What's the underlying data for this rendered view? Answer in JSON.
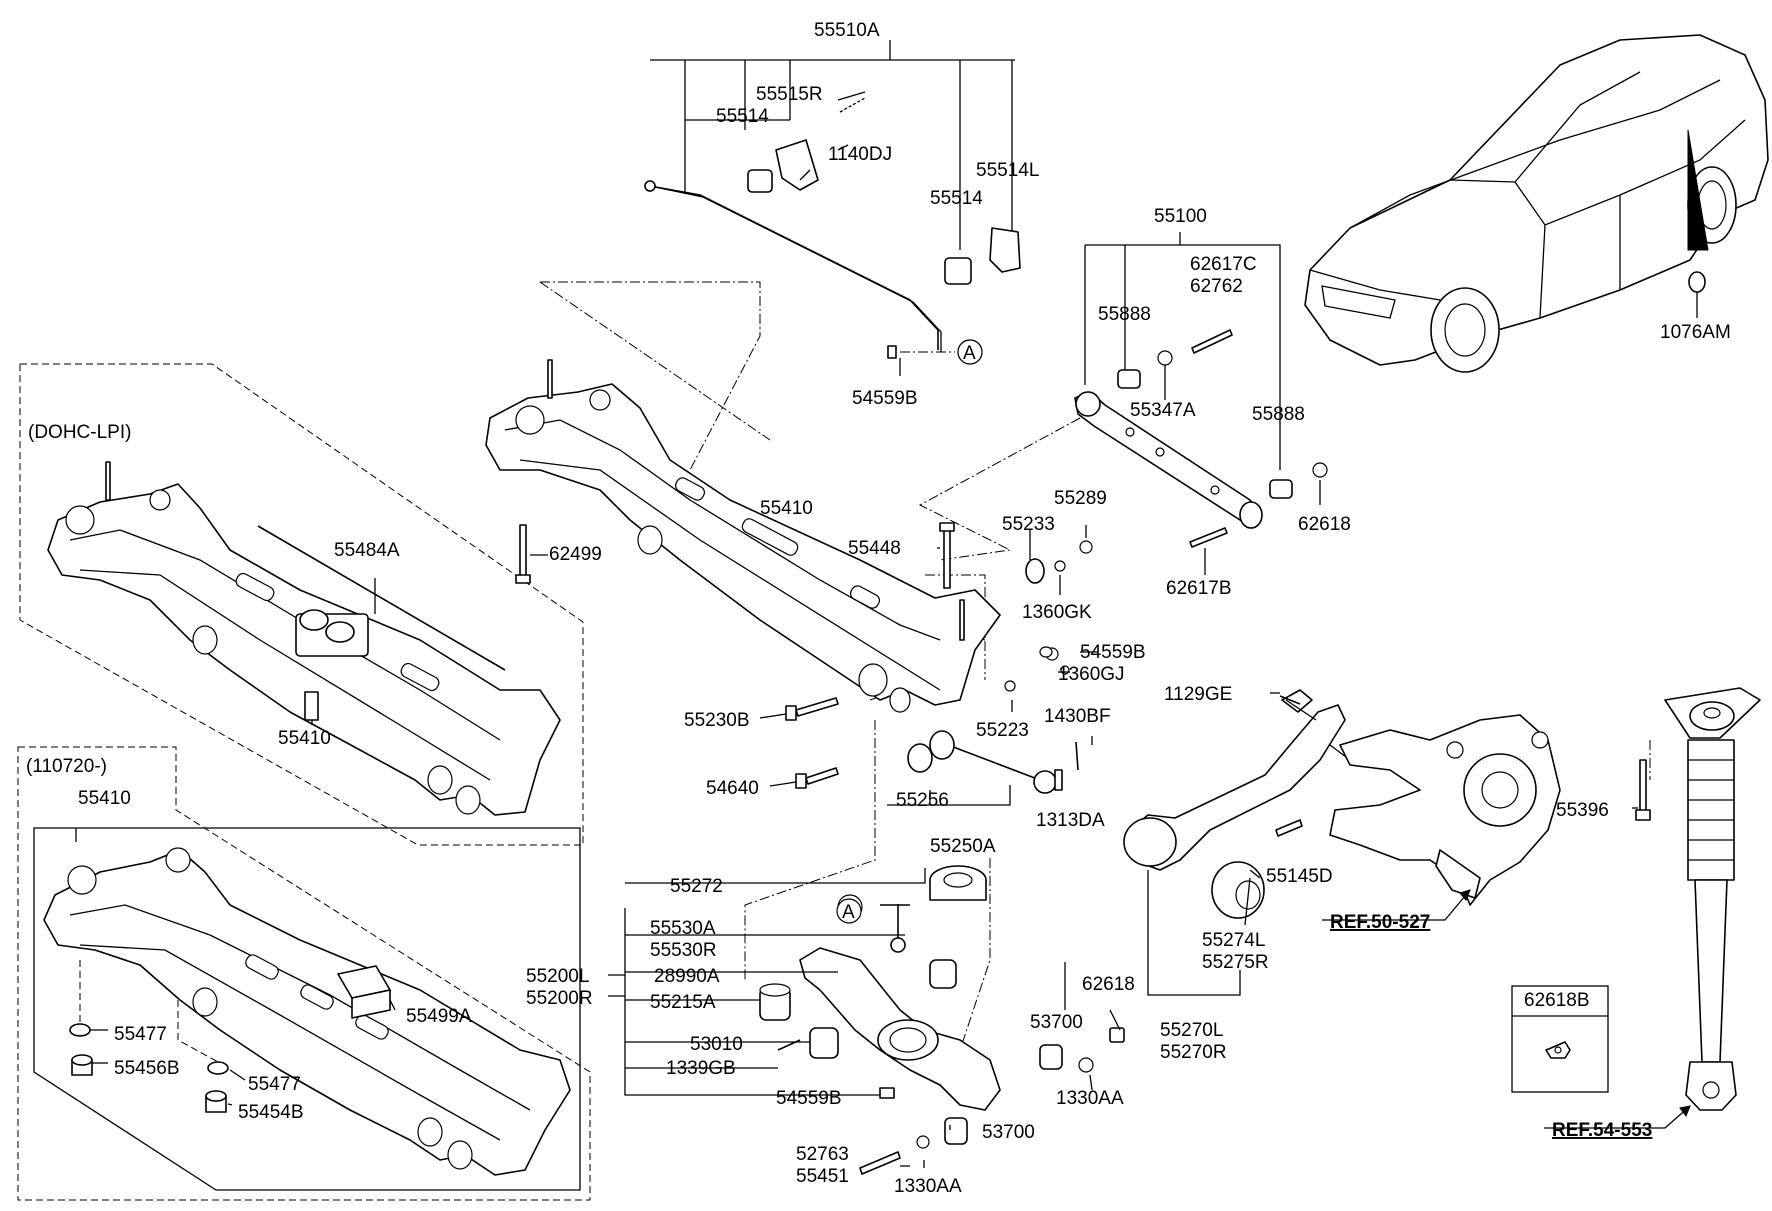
{
  "diagram": {
    "labels": {
      "p55510A": "55510A",
      "p55515R": "55515R",
      "p55514a": "55514",
      "p1140DJ": "1140DJ",
      "p55514L": "55514L",
      "p55514b": "55514",
      "p54559B_top": "54559B",
      "p55100": "55100",
      "p62617C": "62617C",
      "p62762": "62762",
      "p55888a": "55888",
      "p55347A": "55347A",
      "p55888b": "55888",
      "p62618a": "62618",
      "p62617B": "62617B",
      "p1076AM": "1076AM",
      "pDOHC": "(DOHC-LPI)",
      "p55484A": "55484A",
      "p55410a": "55410",
      "p62499": "62499",
      "p55410b": "55410",
      "p55448": "55448",
      "p55233": "55233",
      "p55289": "55289",
      "p1360GK": "1360GK",
      "p54559B_mid": "54559B",
      "p1360GJ": "1360GJ",
      "p55223": "55223",
      "p1430BF": "1430BF",
      "p1129GE": "1129GE",
      "p55230B": "55230B",
      "p54640": "54640",
      "p55256": "55256",
      "p1313DA": "1313DA",
      "p55250A": "55250A",
      "p55396": "55396",
      "p110720": "(110720-)",
      "p55410c": "55410",
      "p55145D": "55145D",
      "p55272": "55272",
      "p55530A": "55530A",
      "p55530R": "55530R",
      "p55200L": "55200L",
      "p55200R": "55200R",
      "p28990A": "28990A",
      "p55215A": "55215A",
      "p53010": "53010",
      "p1339GB": "1339GB",
      "p54559B_bot": "54559B",
      "p53700a": "53700",
      "p62618b": "62618",
      "p1330AAa": "1330AA",
      "p53700b": "53700",
      "p52763": "52763",
      "p55451": "55451",
      "p1330AAb": "1330AA",
      "p55274L": "55274L",
      "p55275R": "55275R",
      "p55270L": "55270L",
      "p55270R": "55270R",
      "pREF50": "REF.50-527",
      "pREF54": "REF.54-553",
      "p62618B": "62618B",
      "p55499A": "55499A",
      "p55477a": "55477",
      "p55456B": "55456B",
      "p55477b": "55477",
      "p55454B": "55454B",
      "callA1": "A",
      "callA2": "A"
    }
  }
}
